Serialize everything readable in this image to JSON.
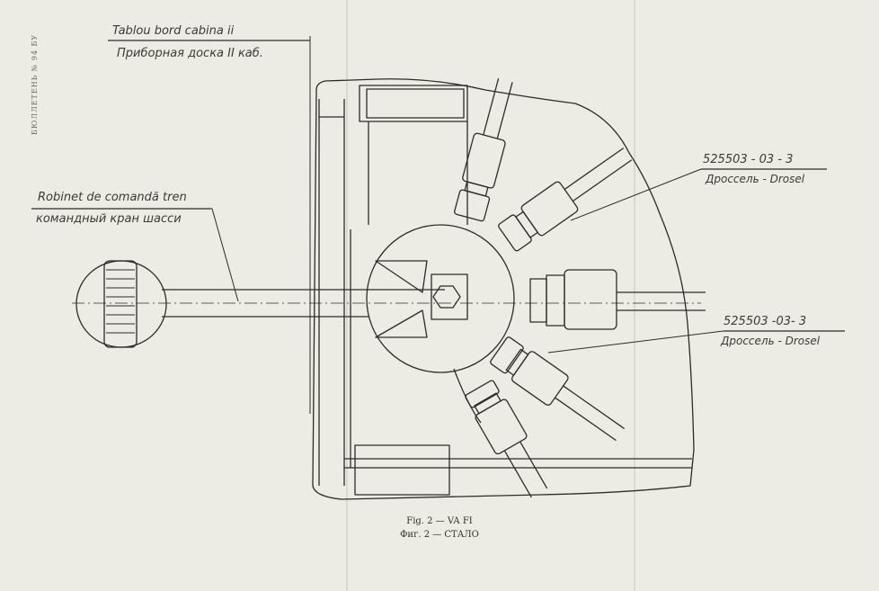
{
  "sidebar": {
    "bulletin": "БЮЛЛЕТЕНЬ № 94 БУ"
  },
  "labels": {
    "panel_ro": "Tablou bord cabina ii",
    "panel_ru": "Приборная доска II каб.",
    "valve_ro": "Robinet de comandă tren",
    "valve_ru": "командный кран шасси",
    "part1_num": "525503 - 03 - 3",
    "part1_name": "Дроссель - Drosel",
    "part2_num": "525503 -03- 3",
    "part2_name": "Дроссель - Drosel"
  },
  "caption": {
    "line1": "Fig. 2 — VA FI",
    "line2": "Фиг. 2 — СТАЛО"
  }
}
